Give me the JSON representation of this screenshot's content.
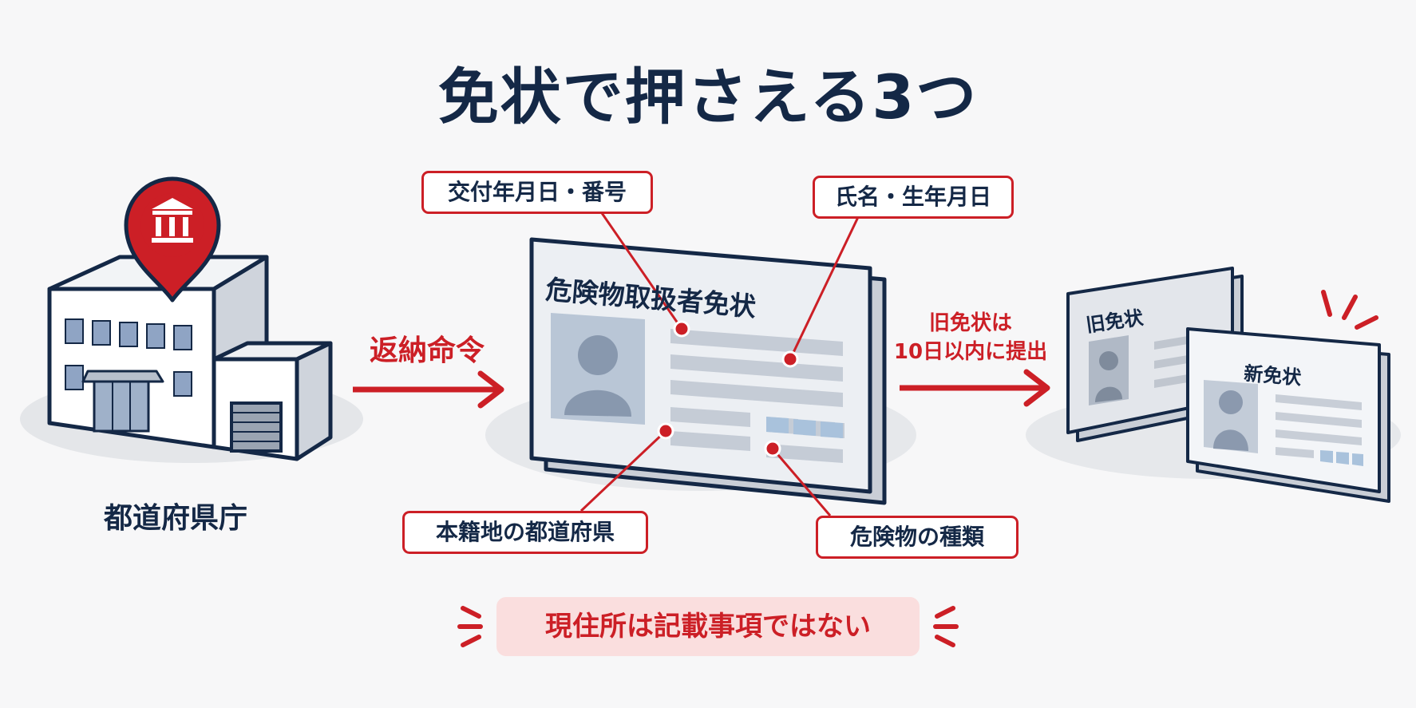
{
  "title": "免状で押さえる3つ",
  "office": {
    "label": "都道府県庁",
    "pin_icon": "government-building-icon"
  },
  "flow": {
    "return_order": "返納命令",
    "old_license_note_line1": "旧免状は",
    "old_license_note_line2": "10日以内に提出"
  },
  "license_card": {
    "title": "危険物取扱者免状",
    "photo_icon": "person-silhouette-icon"
  },
  "callouts": {
    "issue_date_number": "交付年月日・番号",
    "name_birthdate": "氏名・生年月日",
    "domicile_prefecture": "本籍地の都道府県",
    "hazmat_type": "危険物の種類"
  },
  "replacement": {
    "old_label": "旧免状",
    "new_label": "新免状"
  },
  "note": "現住所は記載事項ではない",
  "colors": {
    "accent_red": "#cc1f26",
    "navy": "#142846",
    "card_gray": "#e6e9ee",
    "note_bg": "#fadede"
  }
}
